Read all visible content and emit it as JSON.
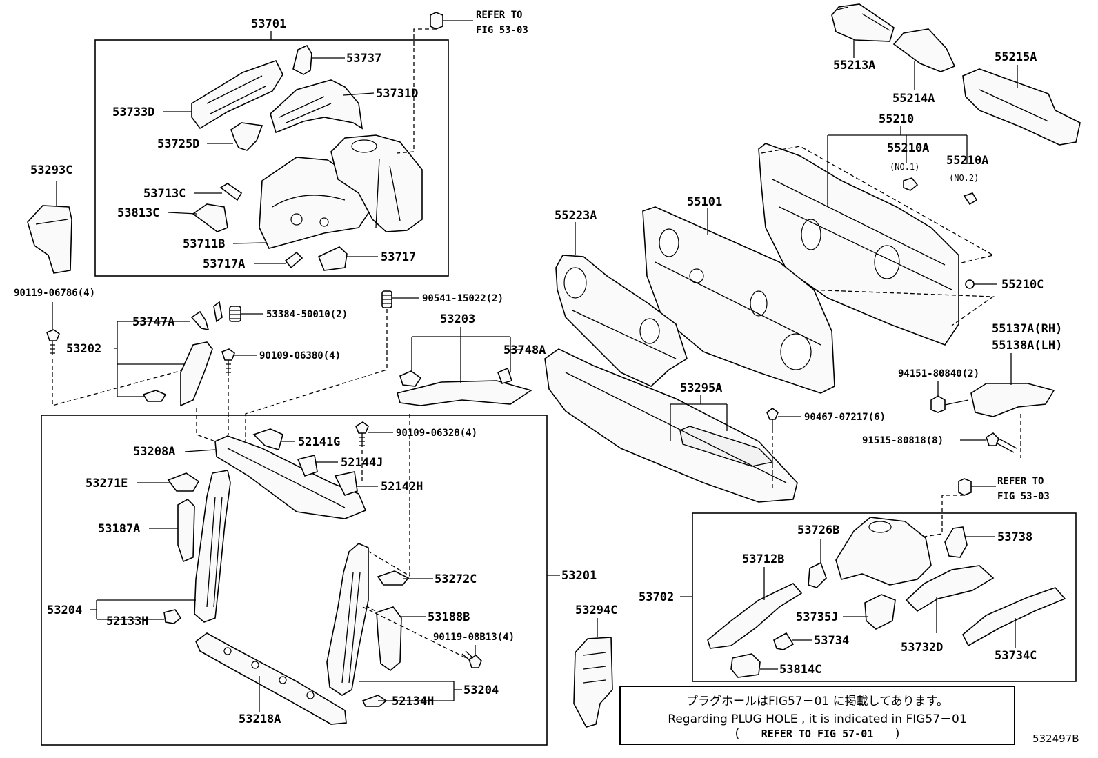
{
  "labels": {
    "l53701": "53701",
    "l53737": "53737",
    "l53731D": "53731D",
    "l53733D": "53733D",
    "l53725D": "53725D",
    "l53713C": "53713C",
    "l53813C": "53813C",
    "l53711B": "53711B",
    "l53717A": "53717A",
    "l53717": "53717",
    "l53293C": "53293C",
    "ref1a": "REFER TO",
    "ref1b": "FIG 53-03",
    "l9011906786": "90119-06786(4)",
    "l53747A": "53747A",
    "l5338450010": "53384-50010(2)",
    "l53202": "53202",
    "l9010906380": "90109-06380(4)",
    "l9054115022": "90541-15022(2)",
    "l53203": "53203",
    "l53748A": "53748A",
    "l53208A": "53208A",
    "l52141G": "52141G",
    "l9010906328": "90109-06328(4)",
    "l52144J": "52144J",
    "l52142H": "52142H",
    "l53271E": "53271E",
    "l53187A": "53187A",
    "l53204a": "53204",
    "l52133H": "52133H",
    "l53272C": "53272C",
    "l53188B": "53188B",
    "l9011908B13": "90119-08B13(4)",
    "l53201": "53201",
    "l53204b": "53204",
    "l52134H": "52134H",
    "l53218A": "53218A",
    "l55213A": "55213A",
    "l55214A": "55214A",
    "l55215A": "55215A",
    "l55210": "55210",
    "l55210A1": "55210A",
    "l55210A1n": "(NO.1)",
    "l55210A2": "55210A",
    "l55210A2n": "(NO.2)",
    "l55223A": "55223A",
    "l55101": "55101",
    "l55210C": "55210C",
    "l55137A": "55137A(RH)",
    "l55138A": "55138A(LH)",
    "l9415180840": "94151-80840(2)",
    "l53295A": "53295A",
    "l9046707217": "90467-07217(6)",
    "l9151580818": "91515-80818(8)",
    "ref2a": "REFER TO",
    "ref2b": "FIG 53-03",
    "l53726B": "53726B",
    "l53738": "53738",
    "l53712B": "53712B",
    "l53702": "53702",
    "l53735J": "53735J",
    "l53734": "53734",
    "l53732D": "53732D",
    "l53734C": "53734C",
    "l53814C": "53814C",
    "l53294C": "53294C"
  },
  "note": {
    "line1": "プラグホールはFIG57－01 に掲載してあります。",
    "line2": "Regarding PLUG HOLE , it is indicated in FIG57－01",
    "line3_open": "(",
    "line3_ref": "REFER TO FIG 57-01",
    "line3_close": ")"
  },
  "figure_id": "532497B"
}
